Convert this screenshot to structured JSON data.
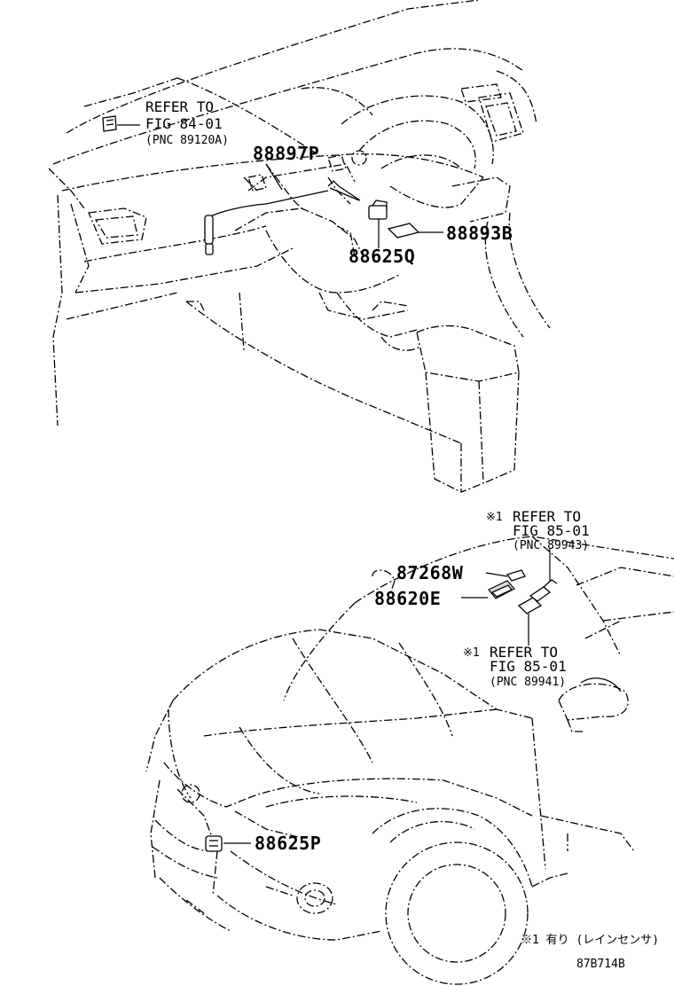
{
  "labels": {
    "ref_top": {
      "line1": "REFER TO",
      "line2": "FIG 84-01",
      "line3": "(PNC 89120A)"
    },
    "ref_right_top": {
      "marker": "※1",
      "line1": "REFER TO",
      "line2": "FIG 85-01",
      "line3": "(PNC 89943)"
    },
    "ref_right_bottom": {
      "marker": "※1",
      "line1": "REFER TO",
      "line2": "FIG 85-01",
      "line3": "(PNC 89941)"
    }
  },
  "parts": {
    "p88897P": "88897P",
    "p88893B": "88893B",
    "p88625Q": "88625Q",
    "p87268W": "87268W",
    "p88620E": "88620E",
    "p88625P": "88625P"
  },
  "footnote": "※1 有り (レインセンサ)",
  "diagram_id": "87B714B",
  "colors": {
    "ink": "#000000",
    "paper": "#ffffff"
  }
}
